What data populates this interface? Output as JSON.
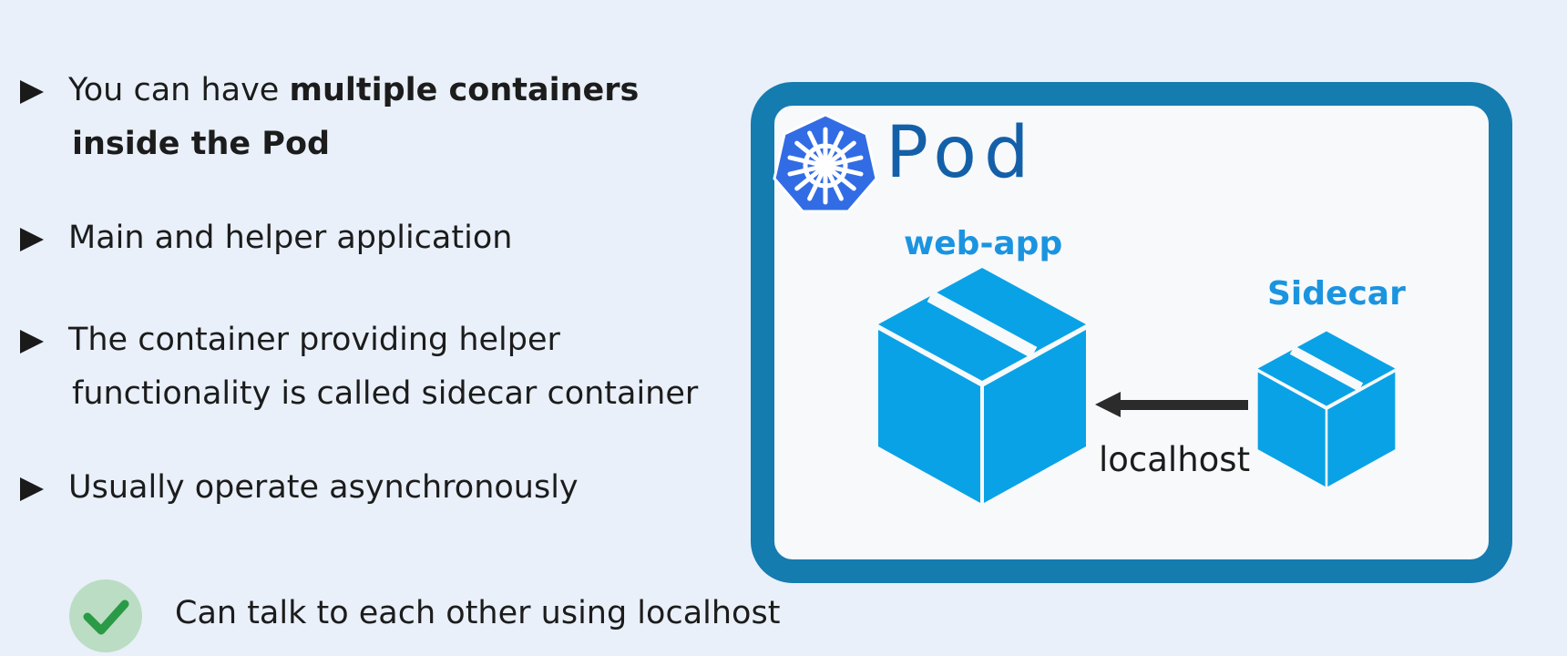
{
  "bullets": [
    {
      "lines": [
        [
          {
            "text": "You can have ",
            "bold": false
          },
          {
            "text": "multiple containers",
            "bold": true
          }
        ],
        [
          {
            "text": "inside the Pod",
            "bold": true
          }
        ]
      ]
    },
    {
      "lines": [
        [
          {
            "text": "Main and helper application",
            "bold": false
          }
        ]
      ]
    },
    {
      "lines": [
        [
          {
            "text": "The container providing helper",
            "bold": false
          }
        ],
        [
          {
            "text": "functionality is called sidecar container",
            "bold": false
          }
        ]
      ]
    },
    {
      "lines": [
        [
          {
            "text": "Usually operate asynchronously",
            "bold": false
          }
        ]
      ]
    }
  ],
  "check_note": {
    "text": "Can talk to each other using localhost",
    "icon": "checkmark-icon"
  },
  "pod": {
    "title": "Pod",
    "logo_icon": "kubernetes-helm-icon",
    "containers": {
      "main": {
        "label": "web-app",
        "icon": "box-icon"
      },
      "sidecar": {
        "label": "Sidecar",
        "icon": "box-icon"
      }
    },
    "connection": {
      "label": "localhost",
      "from": "Sidecar",
      "to": "web-app"
    }
  },
  "colors": {
    "background": "#e9f0fa",
    "pod_border": "#157cb0",
    "pod_fill": "#f7f9fb",
    "pod_title": "#1460a8",
    "container_blue": "#0aa2e6",
    "label_blue": "#1b94e0",
    "kube_blue": "#326ce5",
    "check_bg": "#bbddc3",
    "check_green": "#2a9a47",
    "arrow_dark": "#2b2b2b"
  }
}
